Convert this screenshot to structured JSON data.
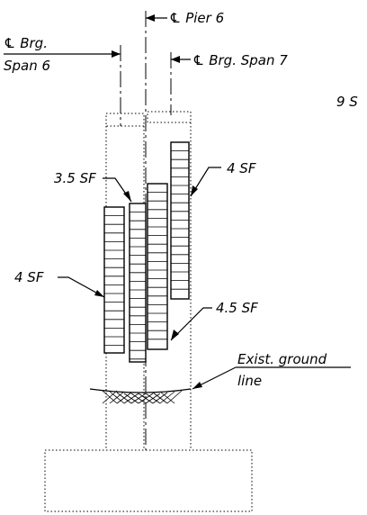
{
  "labels": {
    "pier6": "℄ Pier 6",
    "brg_span6_line1": "℄ Brg.",
    "brg_span6_line2": "Span 6",
    "brg_span7": "℄ Brg. Span 7",
    "cut_off": "9 S",
    "sf_35": "3.5 SF",
    "sf_4_right": "4 SF",
    "sf_4_left": "4 SF",
    "sf_45": "4.5 SF",
    "ground_line1": "Exist. ground",
    "ground_line2": "line"
  }
}
